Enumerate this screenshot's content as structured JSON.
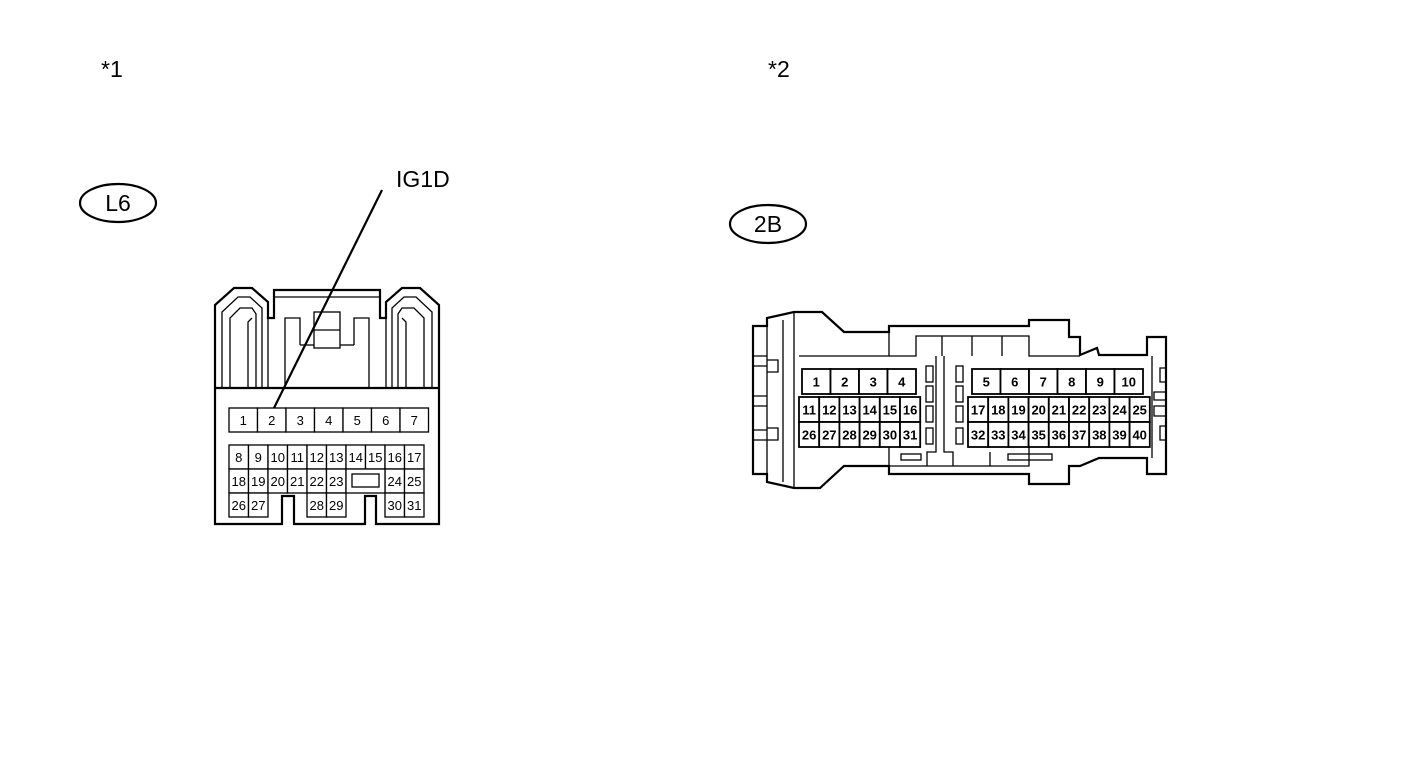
{
  "views": [
    {
      "marker": "*1",
      "connector_code": "L6",
      "callout": "IG1D"
    },
    {
      "marker": "*2",
      "connector_code": "2B"
    }
  ],
  "l6_pins": {
    "row1": [
      "1",
      "2",
      "3",
      "4",
      "5",
      "6",
      "7"
    ],
    "row2": [
      "8",
      "9",
      "10",
      "11",
      "12",
      "13",
      "14",
      "15",
      "16",
      "17"
    ],
    "row3": [
      "18",
      "19",
      "20",
      "21",
      "22",
      "23",
      "",
      "",
      "24",
      "25"
    ],
    "row4": [
      "26",
      "27",
      "",
      "28",
      "29",
      "",
      "30",
      "31"
    ]
  },
  "c2b_pins": {
    "top_left": [
      "1",
      "2",
      "3",
      "4"
    ],
    "top_right": [
      "5",
      "6",
      "7",
      "8",
      "9",
      "10"
    ],
    "mid_left": [
      "11",
      "12",
      "13",
      "14",
      "15",
      "16"
    ],
    "mid_right": [
      "17",
      "18",
      "19",
      "20",
      "21",
      "22",
      "23",
      "24",
      "25"
    ],
    "bot_left": [
      "26",
      "27",
      "28",
      "29",
      "30",
      "31"
    ],
    "bot_right": [
      "32",
      "33",
      "34",
      "35",
      "36",
      "37",
      "38",
      "39",
      "40"
    ]
  }
}
